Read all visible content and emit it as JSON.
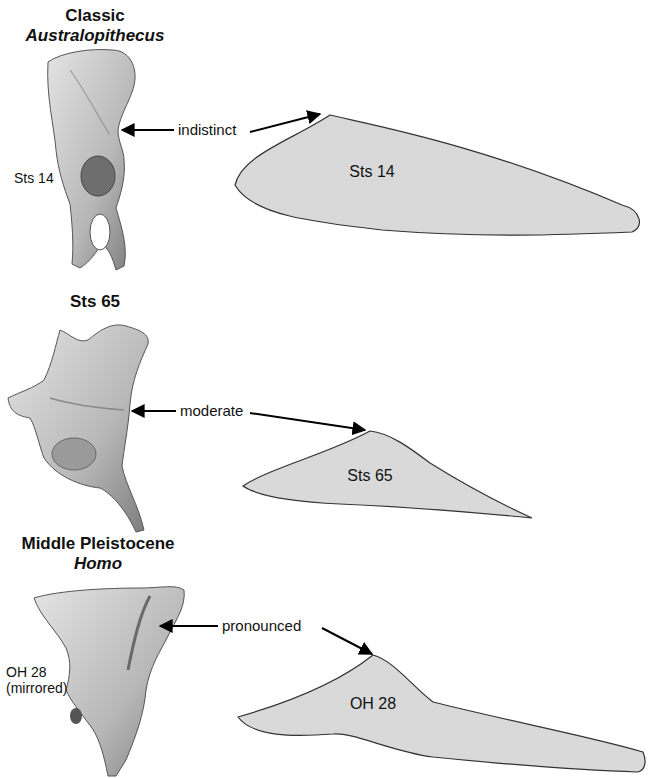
{
  "diagram": {
    "nodes": [
      {
        "text": [
          "Sts 14"
        ]
      },
      {
        "text": [
          "Sts 65"
        ]
      },
      {
        "text": [
          "OH 28"
        ]
      }
    ],
    "labels": [
      "Classic Australopithecus",
      "Sts 14",
      "indistinct",
      "Sts 65",
      "moderate",
      "Middle Pleistocene Homo",
      "OH 28 (mirrored)",
      "pronounced"
    ]
  }
}
